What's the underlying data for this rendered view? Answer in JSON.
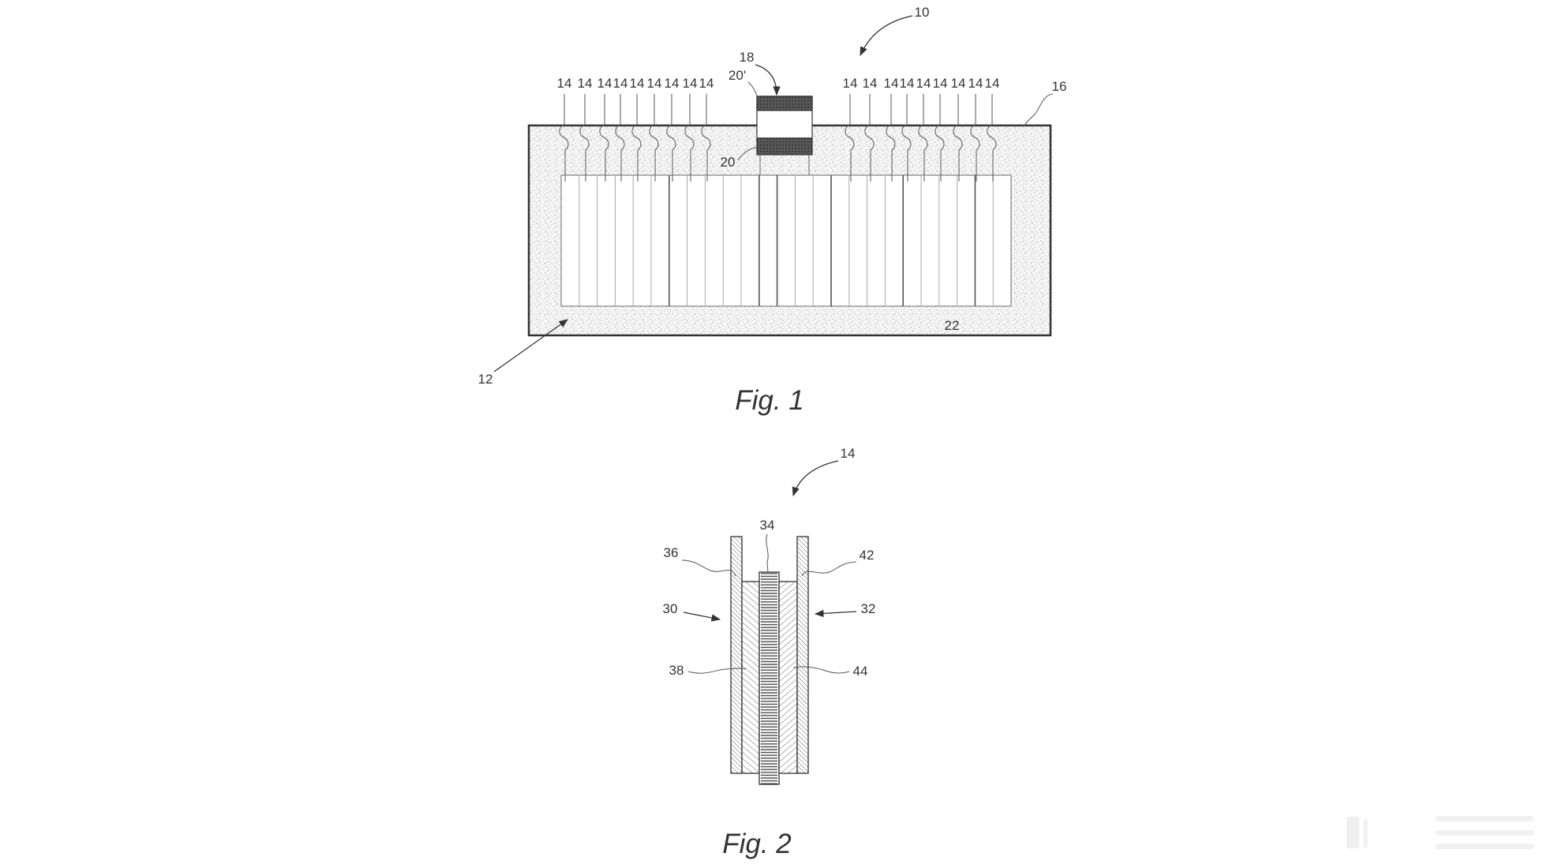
{
  "colors": {
    "ink": "#333333",
    "page": "#ffffff"
  },
  "fig1": {
    "caption": "Fig. 1",
    "ref_top_arrow": "10",
    "ref_connector": "18",
    "ref_connector_top": "20'",
    "ref_connector_bottom": "20",
    "ref_outer_edge": "16",
    "ref_fill": "22",
    "ref_bottom_arrow": "12",
    "cell_refs_left": [
      "14",
      "14",
      "14",
      "14",
      "14",
      "14",
      "14",
      "14",
      "14"
    ],
    "cell_refs_right": [
      "14",
      "14",
      "14",
      "14",
      "14",
      "14",
      "14",
      "14",
      "14"
    ]
  },
  "fig2": {
    "caption": "Fig. 2",
    "ref_top_arrow": "14",
    "ref_center_layer": "34",
    "ref_left_plate": "36",
    "ref_right_plate": "42",
    "ref_left_arrow": "30",
    "ref_right_arrow": "32",
    "ref_left_layer": "38",
    "ref_right_layer": "44"
  }
}
